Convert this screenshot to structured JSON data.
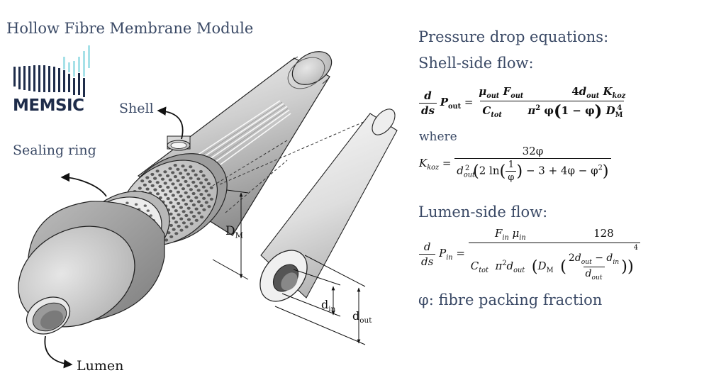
{
  "title": "Hollow Fibre Membrane Module",
  "logo_text": "MEMSIC",
  "labels": {
    "shell": "Shell",
    "sealing_ring": "Sealing ring",
    "lumen": "Lumen",
    "d_m": "D",
    "d_m_sub": "M",
    "d_in": "d",
    "d_in_sub": "in",
    "d_out": "d",
    "d_out_sub": "out"
  },
  "equations": {
    "header": "Pressure drop equations:",
    "shell_side": "Shell-side flow:",
    "where": "where",
    "lumen_side": "Lumen-side flow:",
    "phi_note": "φ: fibre packing fraction"
  },
  "colors": {
    "heading": "#3b4a66",
    "logo_dark": "#1e2c4a",
    "logo_light": "#a6e1e8"
  }
}
